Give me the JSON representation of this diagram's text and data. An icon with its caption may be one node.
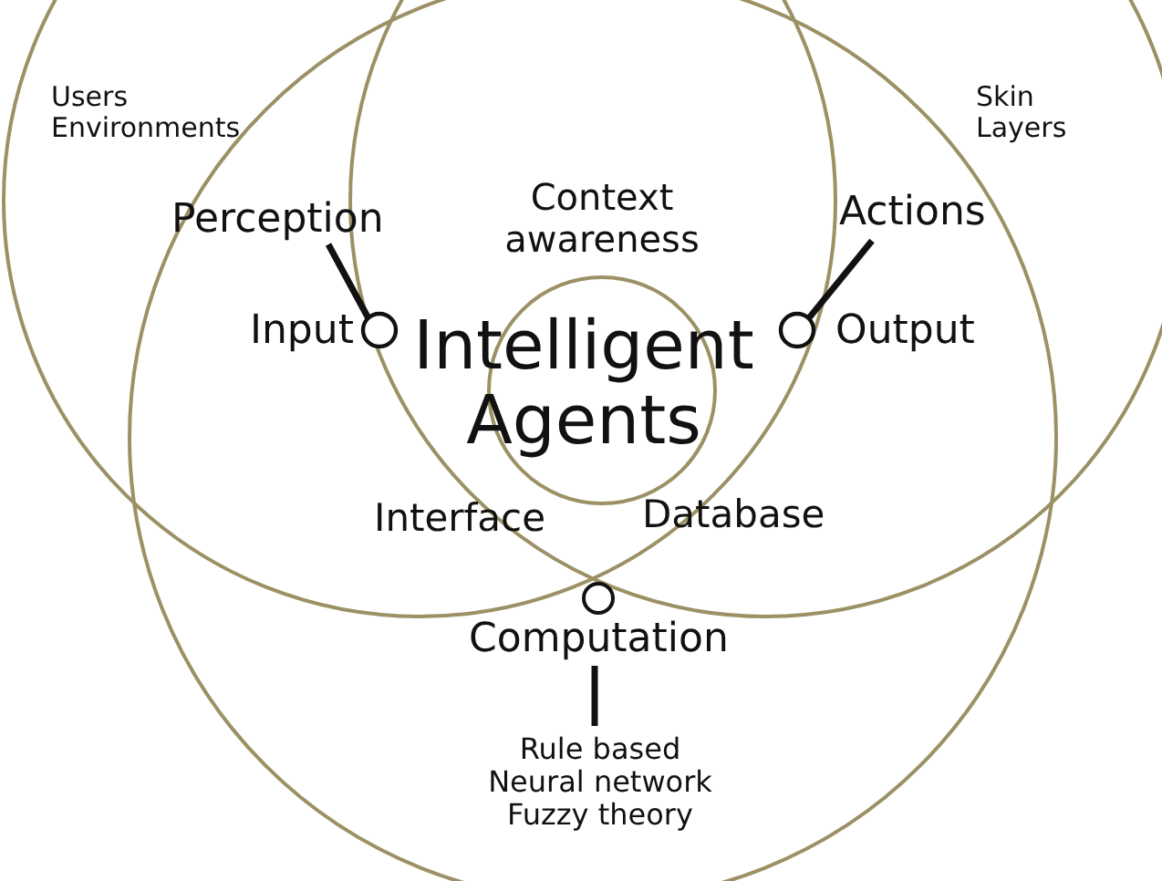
{
  "diagram": {
    "nodes": [
      {
        "text": [],
        "shape": "circle"
      },
      {
        "text": [],
        "shape": "circle"
      },
      {
        "text": [],
        "shape": "circle"
      },
      {
        "text": [
          "Intelligent Agents"
        ]
      },
      {
        "text": [
          "Perception"
        ]
      },
      {
        "text": [],
        "shape": "circle",
        "beside": [
          "Input"
        ]
      },
      {
        "text": [
          "Actions"
        ]
      },
      {
        "text": [],
        "shape": "circle",
        "beside": [
          "Output"
        ]
      },
      {
        "text": [],
        "shape": "circle",
        "beside": [
          "Computation"
        ],
        "in": 2
      },
      {
        "text": [
          "Rule based Neural network Fuzzy theory"
        ],
        "in": 2
      }
    ],
    "edges": [
      {
        "from": 4,
        "to": 5,
        "arrow": "none"
      },
      {
        "from": 6,
        "to": 7,
        "arrow": "none"
      },
      {
        "from": 8,
        "to": 9,
        "arrow": "none"
      }
    ],
    "labels": [
      "Users Environments",
      "Skin Layers",
      "Context awareness",
      "Interface",
      "Database"
    ]
  }
}
